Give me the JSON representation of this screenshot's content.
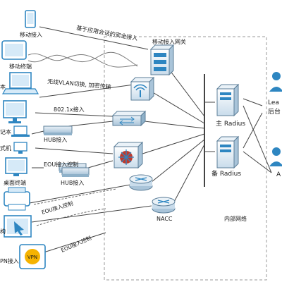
{
  "labels": {
    "mobile_access": "移动接入",
    "mobile_terminal": "移动终端",
    "notebook": "本",
    "notebook2": "记本",
    "desktop_pc": "式机",
    "hub_access_1": "HUB接入",
    "hub_access_2": "HUB接入",
    "desktop_terminal": "桌面终端",
    "eou_control_1": "EOU接入控制",
    "eou_control_2": "EOU接入控制",
    "eou_control_3": "EOU接入控制",
    "printer_label": "构",
    "vpn_access": "PN接入",
    "vpn_badge": "VPN",
    "app_session": "基于应用会话的安全接入",
    "wireless": "无线VLAN切换, 加密传输",
    "dot1x": "802.1x接入",
    "mobile_gateway": "移动接入网关",
    "primary_radius": "主 Radius",
    "backup_radius": "备 Radius",
    "internal_network": "内部网络",
    "nacc": "NACC",
    "right_lea": "Lea",
    "right_hou": "后台",
    "right_a": "A"
  },
  "colors": {
    "device_blue": "#2e86c1",
    "device_light": "#d6eaf8",
    "dash_box": "#9a9a9a",
    "line": "#444444",
    "vpn_gold": "#f5b301"
  }
}
